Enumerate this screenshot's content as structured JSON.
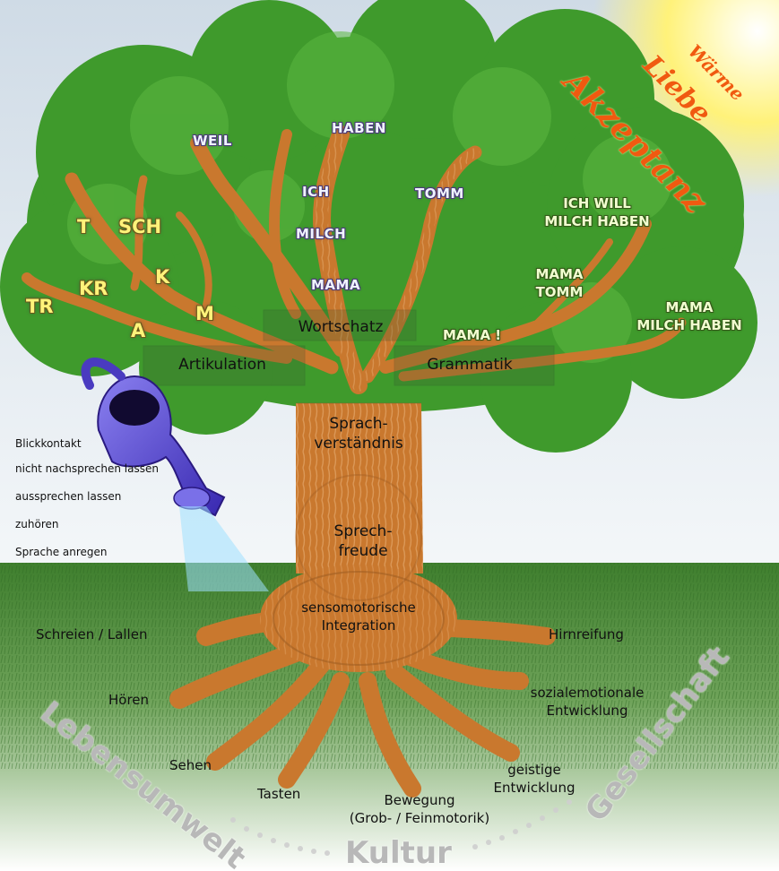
{
  "sun_words": {
    "warmth": "Wärme",
    "love": "Liebe",
    "acceptance": "Akzeptanz"
  },
  "areas": {
    "vocabulary": "Wortschatz",
    "articulation": "Artikulation",
    "grammar": "Grammatik"
  },
  "trunk": {
    "understanding_1": "Sprach-",
    "understanding_2": "verständnis",
    "joy_1": "Sprech-",
    "joy_2": "freude",
    "integration_1": "sensomotorische",
    "integration_2": "Integration"
  },
  "vocabulary_words": [
    "WEIL",
    "HABEN",
    "ICH",
    "TOMM",
    "MILCH",
    "MAMA"
  ],
  "articulation_sounds": [
    "T",
    "SCH",
    "KR",
    "K",
    "TR",
    "A",
    "M"
  ],
  "grammar_words": {
    "g1_line1": "ICH WILL",
    "g1_line2": "MILCH HABEN",
    "g2_line1": "MAMA",
    "g2_line2": "TOMM",
    "g3_line1": "MAMA",
    "g3_line2": "MILCH HABEN",
    "g4": "MAMA !"
  },
  "watering_items": [
    "Blickkontakt",
    "nicht nachsprechen lassen",
    "aussprechen lassen",
    "zuhören",
    "Sprache anregen"
  ],
  "roots": {
    "crying": "Schreien / Lallen",
    "hearing": "Hören",
    "seeing": "Sehen",
    "touching": "Tasten",
    "movement_1": "Bewegung",
    "movement_2": "(Grob- / Feinmotorik)",
    "mental_1": "geistige",
    "mental_2": "Entwicklung",
    "social_1": "sozialemotionale",
    "social_2": "Entwicklung",
    "brain": "Hirnreifung"
  },
  "arc": {
    "left": "Lebensumwelt",
    "middle": "Kultur",
    "right": "Gesellschaft"
  },
  "colors": {
    "sky": "#dfe8f0",
    "foliage": "#3f9a2c",
    "trunk": "#c9782e",
    "grass": "#4f8a3a",
    "can": "#4a3bc0",
    "sun": "#fff27a",
    "sun_text": "#f05a10"
  }
}
